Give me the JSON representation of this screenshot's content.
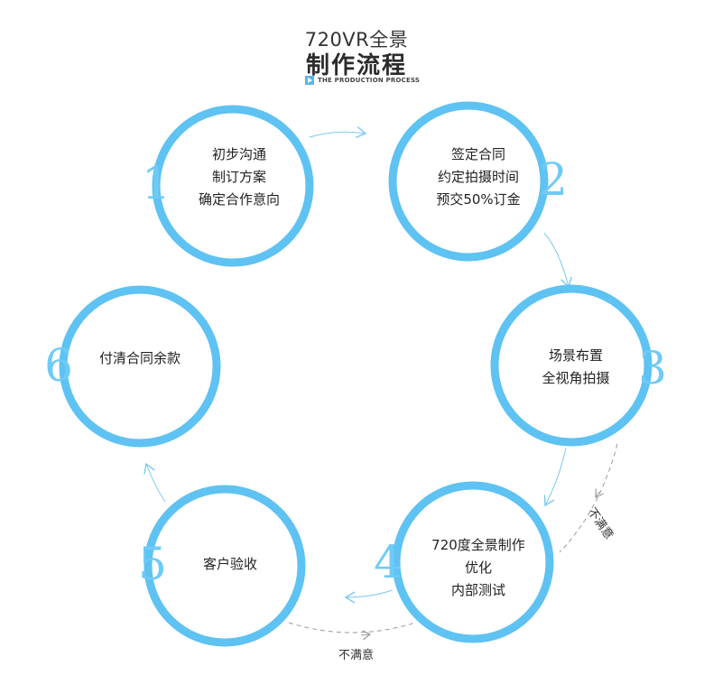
{
  "title": {
    "line1": "720VR全景",
    "line2": "制作流程",
    "subtitle": "THE PRODUCTION PROCESS"
  },
  "steps": [
    {
      "number": "1",
      "lines": [
        "初步沟通",
        "制订方案",
        "确定合作意向"
      ]
    },
    {
      "number": "2",
      "lines": [
        "签定合同",
        "约定拍摄时间",
        "预交50%订金"
      ]
    },
    {
      "number": "3",
      "lines": [
        "场景布置",
        "全视角拍摄"
      ]
    },
    {
      "number": "4",
      "lines": [
        "720度全景制作",
        "优化",
        "内部测试"
      ]
    },
    {
      "number": "5",
      "lines": [
        "客户验收"
      ]
    },
    {
      "number": "6",
      "lines": [
        "付清合同余款"
      ]
    }
  ],
  "feedback": [
    {
      "label": "不满意"
    },
    {
      "label": "不满意"
    }
  ],
  "colors": {
    "ring": "#5ec2f2",
    "arrow": "#7cc9ee",
    "number": "#6ecbf5",
    "dashed": "#9a9a9a"
  }
}
